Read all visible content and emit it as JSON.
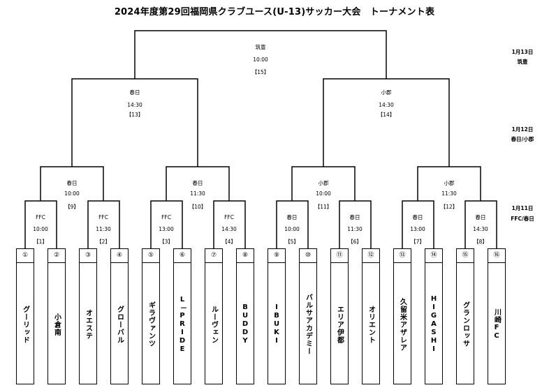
{
  "title": "2024年度第29回福岡県クラブユース(U-13)サッカー大会　トーナメント表",
  "teams": [
    {
      "num": "①",
      "name": "グーリッド"
    },
    {
      "num": "②",
      "name": "小倉南"
    },
    {
      "num": "③",
      "name": "オエステ"
    },
    {
      "num": "④",
      "name": "グローバル"
    },
    {
      "num": "⑤",
      "name": "ギラヴァンツ"
    },
    {
      "num": "⑥",
      "name": "L－PRIDE"
    },
    {
      "num": "⑦",
      "name": "ルーヴェン"
    },
    {
      "num": "⑧",
      "name": "BUDDY"
    },
    {
      "num": "⑨",
      "name": "IBUKI"
    },
    {
      "num": "⑩",
      "name": "バルサアカデミー"
    },
    {
      "num": "⑪",
      "name": "エリア伊都"
    },
    {
      "num": "⑫",
      "name": "オリエント"
    },
    {
      "num": "⑬",
      "name": "久留米アザレア"
    },
    {
      "num": "⑭",
      "name": "HIGASHI"
    },
    {
      "num": "⑮",
      "name": "グランロッサ"
    },
    {
      "num": "⑯",
      "name": "川崎FC"
    }
  ],
  "matches": {
    "m1": {
      "venue": "FFC",
      "time": "10:00",
      "no": "【1】"
    },
    "m2": {
      "venue": "FFC",
      "time": "11:30",
      "no": "【2】"
    },
    "m3": {
      "venue": "FFC",
      "time": "13:00",
      "no": "【3】"
    },
    "m4": {
      "venue": "FFC",
      "time": "14:30",
      "no": "【4】"
    },
    "m5": {
      "venue": "春日",
      "time": "10:00",
      "no": "【5】"
    },
    "m6": {
      "venue": "春日",
      "time": "11:30",
      "no": "【6】"
    },
    "m7": {
      "venue": "春日",
      "time": "13:00",
      "no": "【7】"
    },
    "m8": {
      "venue": "春日",
      "time": "14:30",
      "no": "【8】"
    },
    "m9": {
      "venue": "春日",
      "time": "10:00",
      "no": "【9】"
    },
    "m10": {
      "venue": "春日",
      "time": "11:30",
      "no": "【10】"
    },
    "m11": {
      "venue": "小郡",
      "time": "10:00",
      "no": "【11】"
    },
    "m12": {
      "venue": "小郡",
      "time": "11:30",
      "no": "【12】"
    },
    "m13": {
      "venue": "春日",
      "time": "14:30",
      "no": "【13】"
    },
    "m14": {
      "venue": "小郡",
      "time": "14:30",
      "no": "【14】"
    },
    "m15": {
      "venue": "筑豊",
      "time": "10:00",
      "no": "【15】"
    }
  },
  "dates": {
    "d13": {
      "date": "1月13日",
      "place": "筑豊"
    },
    "d12": {
      "date": "1月12日",
      "place": "春日/小郡"
    },
    "d11": {
      "date": "1月11日",
      "place": "FFC/春日"
    }
  }
}
